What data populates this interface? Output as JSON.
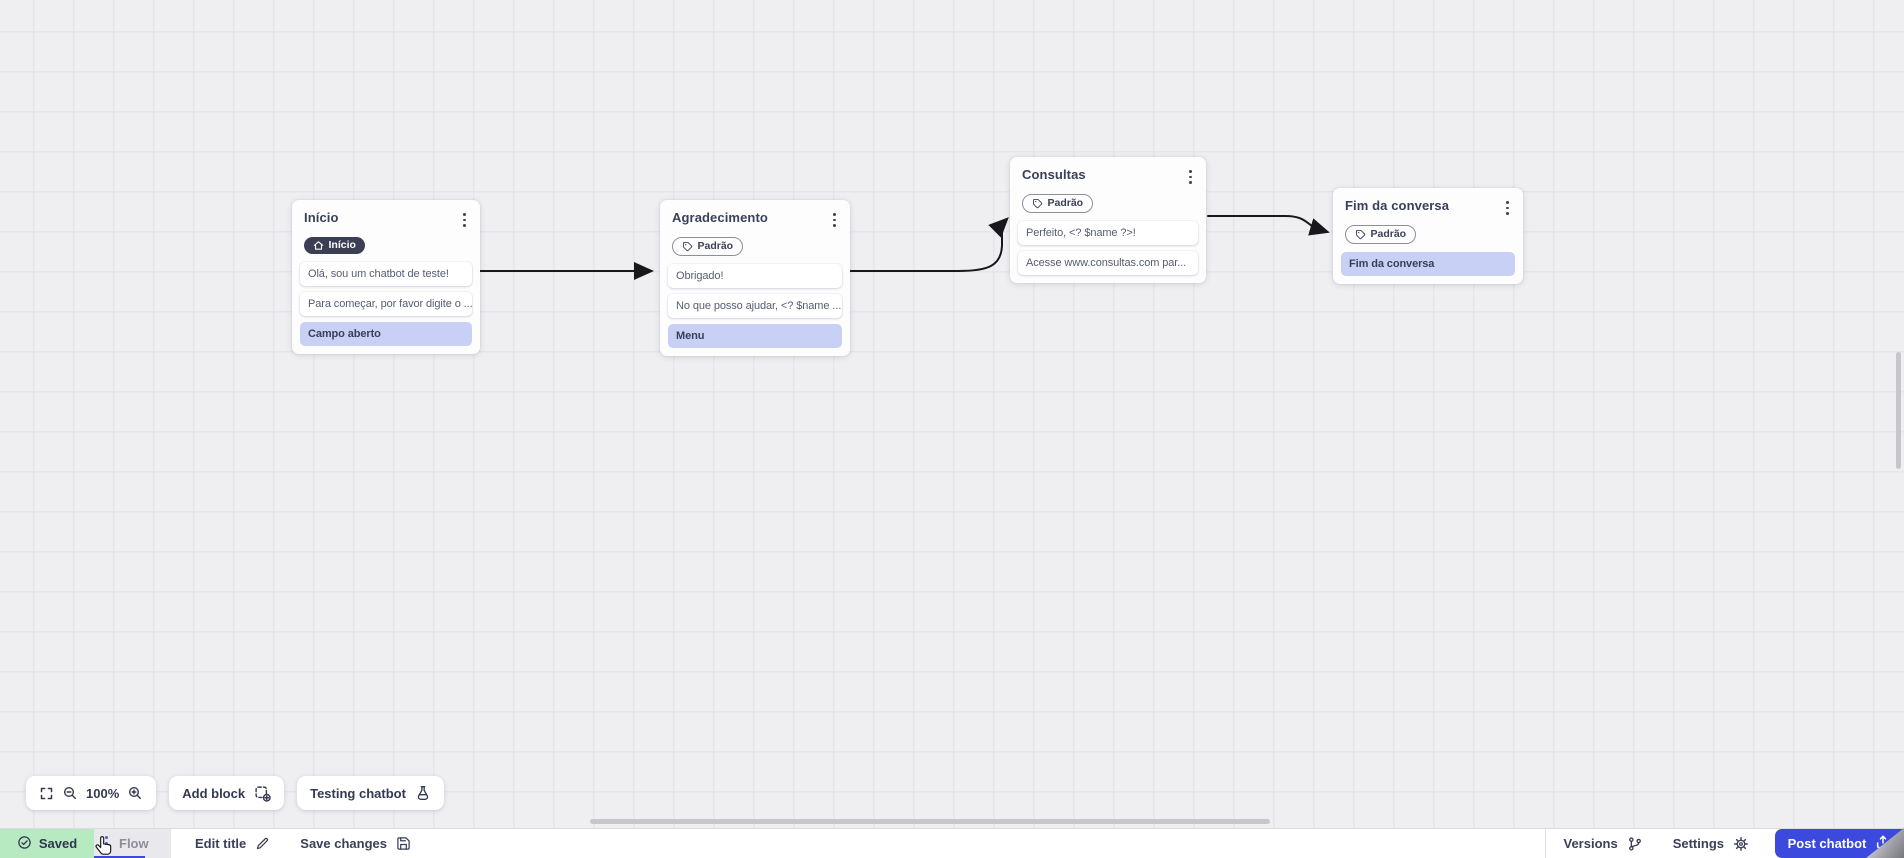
{
  "flow": {
    "nodes": [
      {
        "title": "Início",
        "badge": {
          "icon": "home-icon",
          "label": "Início",
          "style": "dark"
        },
        "rows": [
          {
            "text": "Olá, sou um chatbot de teste!",
            "type": "message"
          },
          {
            "text": "Para começar, por favor digite o ...",
            "type": "message"
          },
          {
            "text": "Campo aberto",
            "type": "action"
          }
        ]
      },
      {
        "title": "Agradecimento",
        "badge": {
          "icon": "tag-icon",
          "label": "Padrão",
          "style": "outline"
        },
        "rows": [
          {
            "text": "Obrigado!",
            "type": "message"
          },
          {
            "text": "No que posso ajudar, <? $name ...",
            "type": "message"
          },
          {
            "text": "Menu",
            "type": "action"
          }
        ]
      },
      {
        "title": "Consultas",
        "badge": {
          "icon": "tag-icon",
          "label": "Padrão",
          "style": "outline"
        },
        "rows": [
          {
            "text": "Perfeito, <? $name ?>!",
            "type": "message"
          },
          {
            "text": "Acesse www.consultas.com par...",
            "type": "message"
          }
        ]
      },
      {
        "title": "Fim da conversa",
        "badge": {
          "icon": "tag-icon",
          "label": "Padrão",
          "style": "outline"
        },
        "rows": [
          {
            "text": "Fim da conversa",
            "type": "action"
          }
        ]
      }
    ]
  },
  "canvas_toolbar": {
    "zoom_level": "100%",
    "add_block": "Add block",
    "testing_chatbot": "Testing chatbot"
  },
  "status_bar": {
    "saved": "Saved",
    "flow_tab": "Flow",
    "edit_title": "Edit title",
    "save_changes": "Save changes",
    "versions": "Versions",
    "settings": "Settings",
    "post_chatbot": "Post chatbot"
  },
  "colors": {
    "accent_blue": "#3c49dd",
    "saved_green_bg": "#b7eac0",
    "highlight_row_bg": "#c9d0f5",
    "badge_dark_bg": "#3a3f54",
    "canvas_bg": "#efeef1",
    "grid_line": "#e6e5ea",
    "edge_stroke": "#17171c"
  }
}
